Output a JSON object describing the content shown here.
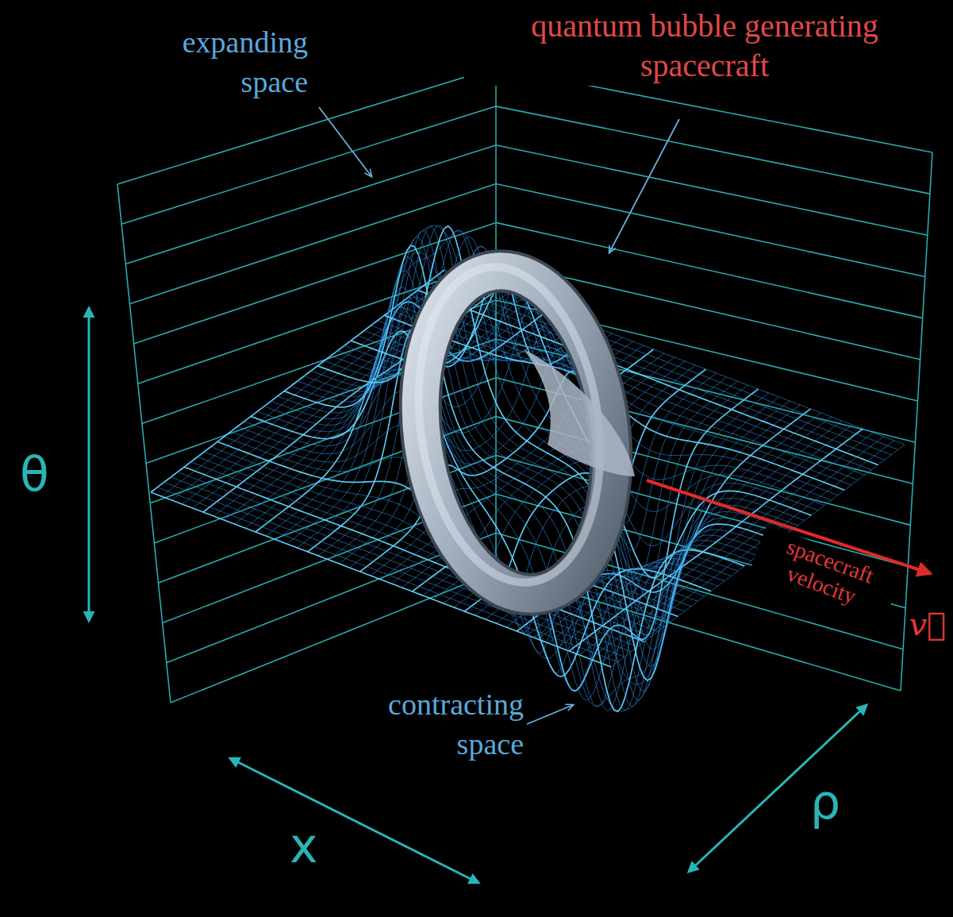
{
  "diagram": {
    "labels": [
      "expanding space",
      "quantum bubble generating spacecraft",
      "spacecraft velocity",
      "v⃗",
      "contracting space",
      "θ",
      "x",
      "ρ"
    ]
  }
}
